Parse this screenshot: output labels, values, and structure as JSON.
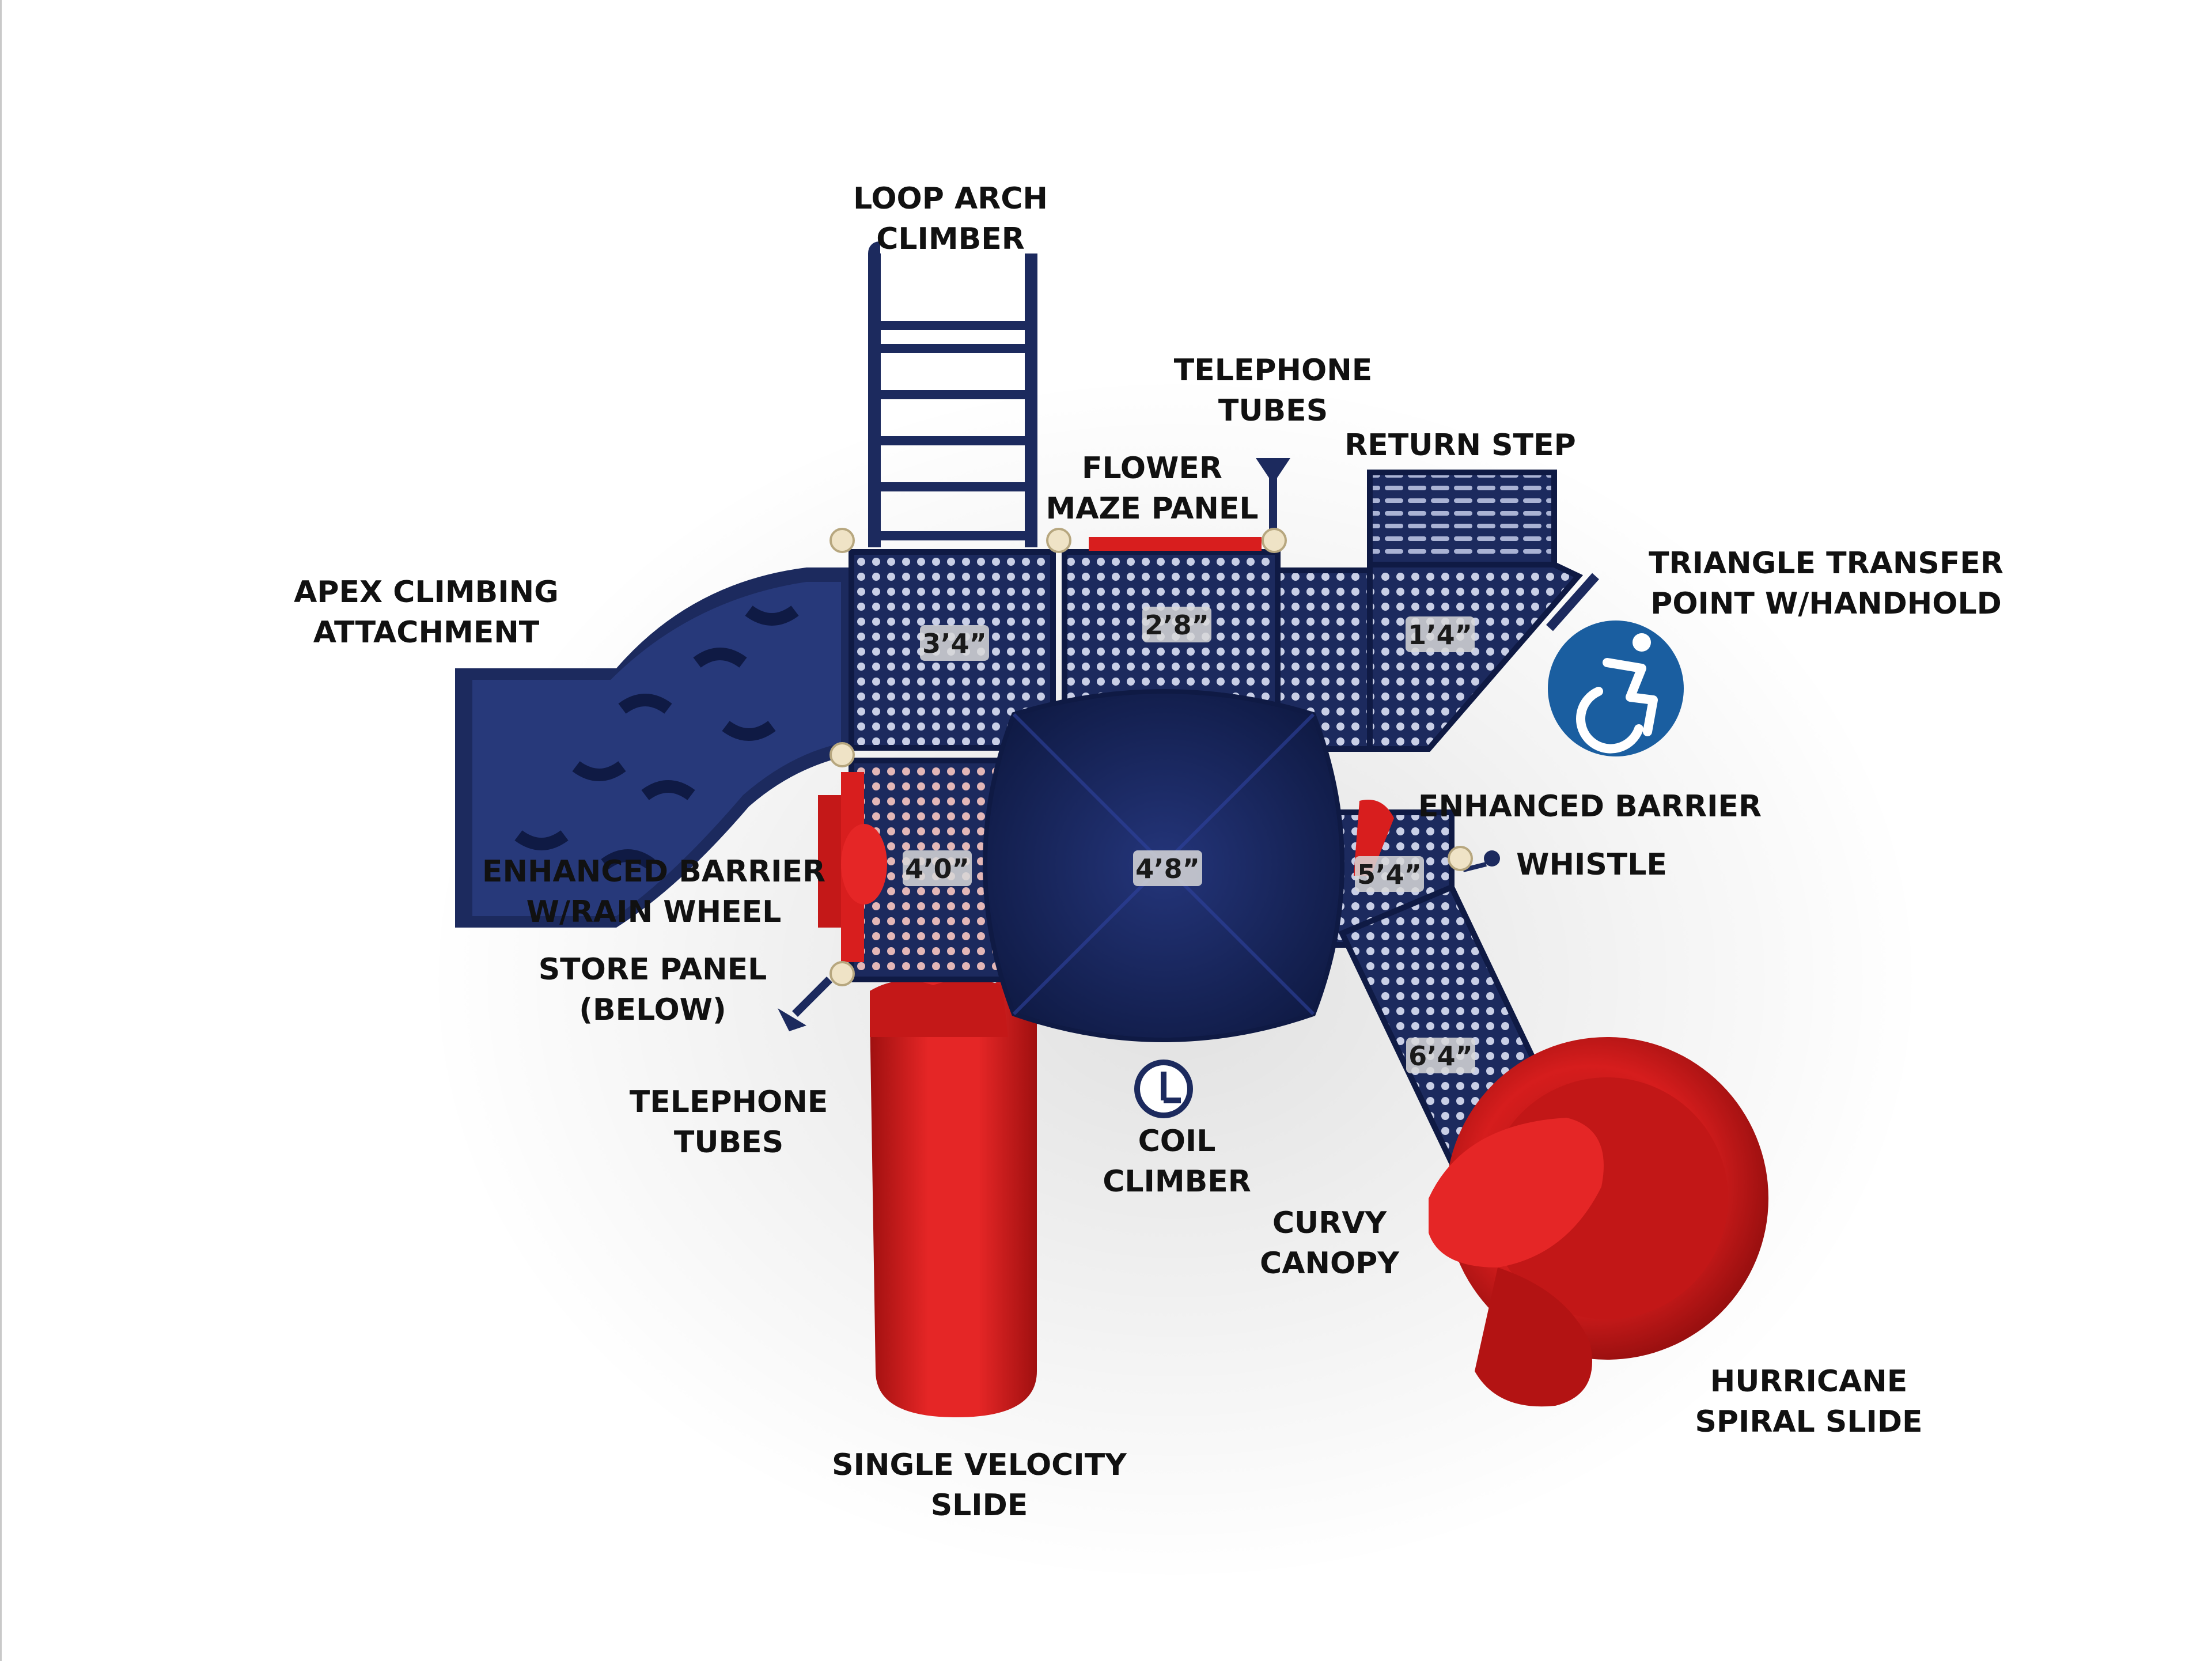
{
  "labels": {
    "loop_arch_climber": [
      "LOOP ARCH",
      "CLIMBER"
    ],
    "telephone_tubes_top": [
      "TELEPHONE",
      "TUBES"
    ],
    "return_step": [
      "RETURN STEP"
    ],
    "flower_maze_panel": [
      "FLOWER",
      "MAZE PANEL"
    ],
    "triangle_transfer": [
      "TRIANGLE TRANSFER",
      "POINT W/HANDHOLD"
    ],
    "apex_climbing": [
      "APEX CLIMBING",
      "ATTACHMENT"
    ],
    "enhanced_barrier_right": [
      "ENHANCED BARRIER"
    ],
    "whistle": [
      "WHISTLE"
    ],
    "enhanced_barrier_rain": [
      "ENHANCED BARRIER",
      "W/RAIN WHEEL"
    ],
    "store_panel": [
      "STORE PANEL",
      "(BELOW)"
    ],
    "telephone_tubes_bottom": [
      "TELEPHONE",
      "TUBES"
    ],
    "coil_climber": [
      "COIL",
      "CLIMBER"
    ],
    "curvy_canopy": [
      "CURVY",
      "CANOPY"
    ],
    "hurricane_spiral": [
      "HURRICANE",
      "SPIRAL SLIDE"
    ],
    "single_velocity": [
      "SINGLE VELOCITY",
      "SLIDE"
    ]
  },
  "deck_heights": {
    "deck_3_4": "3’4”",
    "deck_2_8": "2’8”",
    "deck_1_4": "1’4”",
    "deck_4_0": "4’0”",
    "deck_4_8": "4’8”",
    "deck_5_4": "5’4”",
    "deck_6_4": "6’4”"
  },
  "accessibility_icon": "wheelchair-icon",
  "colors": {
    "navy": "#1c2a5e",
    "navy_dark": "#0f1a44",
    "red": "#d81e1e",
    "red_dark": "#a11212",
    "tan": "#efe3c6",
    "access_blue": "#1a5ea0"
  }
}
